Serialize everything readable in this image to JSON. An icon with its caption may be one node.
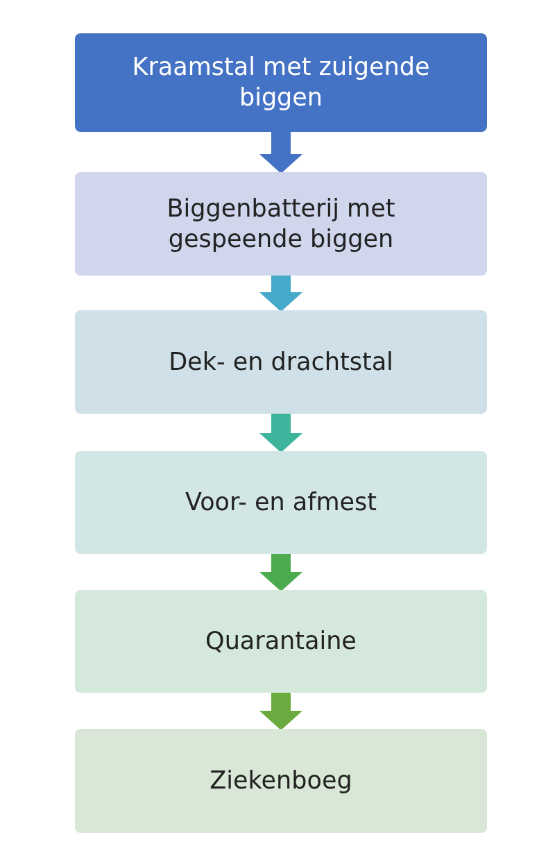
{
  "diagram": {
    "nodes": [
      {
        "text": [
          "Kraamstal met zuigende biggen"
        ]
      },
      {
        "text": [
          "Biggenbatterij met gespeende biggen"
        ]
      },
      {
        "text": [
          "Dek- en drachtstal"
        ]
      },
      {
        "text": [
          "Voor- en afmest"
        ]
      },
      {
        "text": [
          "Quarantaine"
        ]
      },
      {
        "text": [
          "Ziekenboeg"
        ]
      }
    ],
    "edges": [
      {
        "from": 0,
        "to": 1,
        "arrow": "to",
        "color": "#4472c4"
      },
      {
        "from": 1,
        "to": 2,
        "arrow": "to",
        "color": "#45a9c9"
      },
      {
        "from": 2,
        "to": 3,
        "arrow": "to",
        "color": "#3db59c"
      },
      {
        "from": 3,
        "to": 4,
        "arrow": "to",
        "color": "#4cab4e"
      },
      {
        "from": 4,
        "to": 5,
        "arrow": "to",
        "color": "#6aaa3e"
      }
    ]
  }
}
